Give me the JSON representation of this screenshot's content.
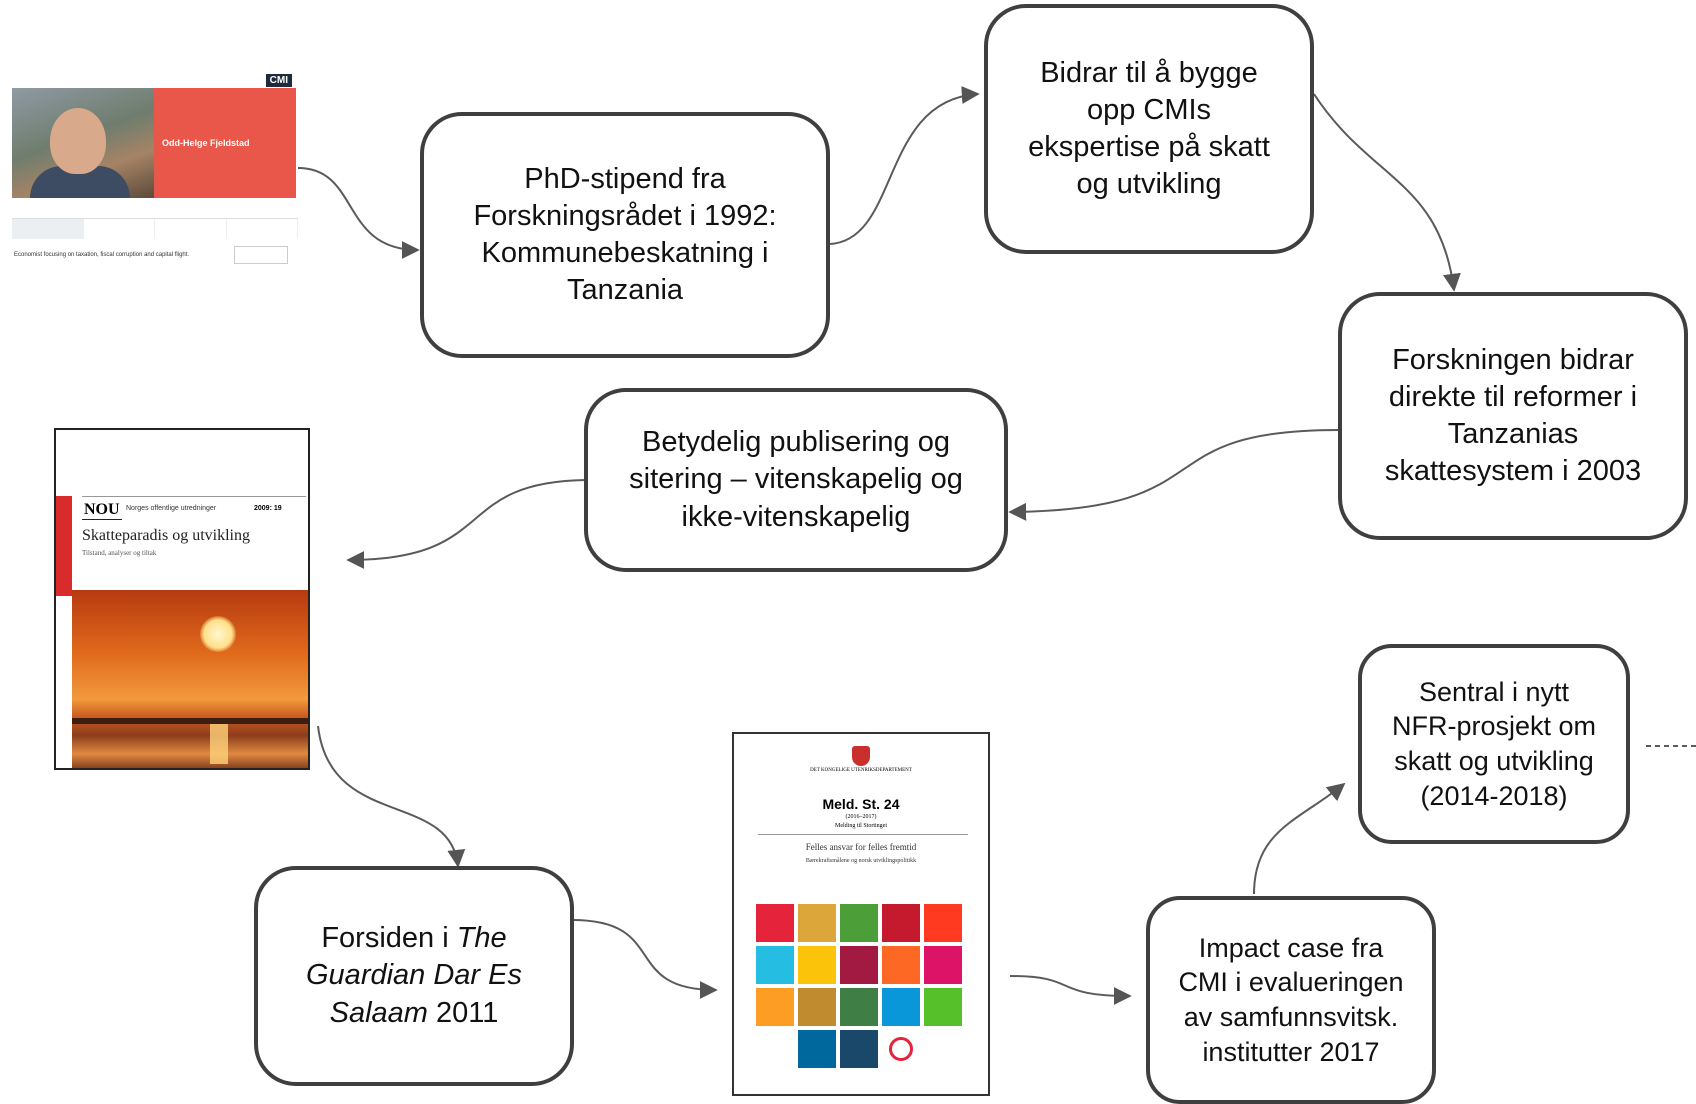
{
  "nodes": {
    "phd": "PhD-stipend fra Forskningsrådet i 1992: Kommunebeskatning i Tanzania",
    "bidrar": "Bidrar til å bygge opp CMIs ekspertise på skatt og utvikling",
    "reformer": "Forskningen bidrar direkte  til reformer i Tanzanias skattesystem i 2003",
    "publisering": "Betydelig publisering og sitering – vitenskapelig og ikke-vitenskapelig",
    "forsiden": {
      "pre": "Forsiden i ",
      "italic": "The Guardian Dar Es Salaam",
      "post": " 2011"
    },
    "impact": "Impact case fra CMI i evalueringen av samfunnsvitsk. institutter 2017",
    "sentral": "Sentral i nytt NFR-prosjekt om skatt og utvikling (2014-2018)"
  },
  "cmi_page": {
    "logo": "CMI",
    "name": "Odd-Helge Fjeldstad",
    "bio": "Economist focusing on taxation, fiscal corruption and capital flight."
  },
  "nou_cover": {
    "series": "NOU",
    "series_full": "Norges offentlige utredninger",
    "number": "2009: 19",
    "title": "Skatteparadis og utvikling",
    "subtitle": "Tilstand, analyser og tiltak"
  },
  "meld_cover": {
    "department": "DET KONGELIGE UTENRIKSDEPARTEMENT",
    "title": "Meld. St. 24",
    "years": "(2016–2017)",
    "to": "Melding til Stortinget",
    "heading": "Felles ansvar for felles fremtid",
    "subheading": "Bærekraftsmålene og norsk utviklingspolitikk",
    "goal_colors": [
      "#e5243b",
      "#dda63a",
      "#4c9f38",
      "#c5192d",
      "#ff3a21",
      "#26bde2",
      "#fcc30b",
      "#a21942",
      "#fd6925",
      "#dd1367",
      "#fd9d24",
      "#bf8b2e",
      "#3f7e44",
      "#0a97d9",
      "#56c02b",
      "#00689d",
      "#19486a"
    ]
  }
}
